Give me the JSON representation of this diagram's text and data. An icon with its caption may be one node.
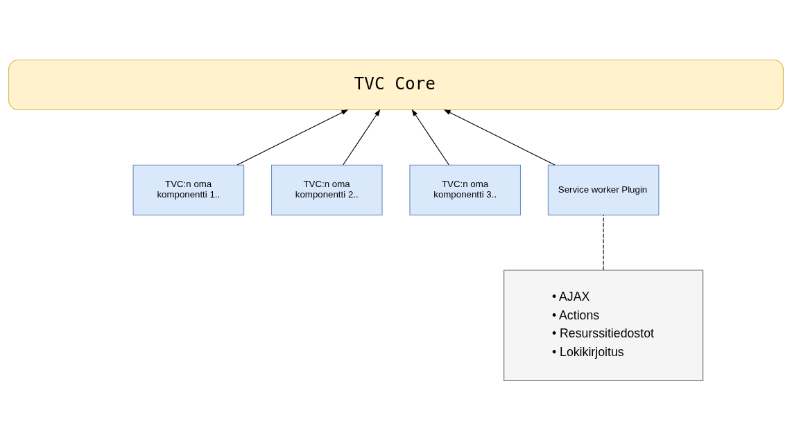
{
  "diagram": {
    "nodes": [
      {
        "text": [
          "TVC Core"
        ]
      },
      {
        "text": [
          "TVC:n oma komponentti 1.."
        ]
      },
      {
        "text": [
          "TVC:n oma komponentti 2.."
        ]
      },
      {
        "text": [
          "TVC:n oma komponentti 3.."
        ]
      },
      {
        "text": [
          "Service worker Plugin"
        ]
      },
      {
        "text": [
          "• AJAX",
          "• Actions",
          "• Resurssitiedostot",
          "• Lokikirjoitus"
        ]
      }
    ],
    "edges": [
      {
        "from": 1,
        "to": 0,
        "arrow": "to"
      },
      {
        "from": 2,
        "to": 0,
        "arrow": "to"
      },
      {
        "from": 3,
        "to": 0,
        "arrow": "to"
      },
      {
        "from": 4,
        "to": 0,
        "arrow": "to"
      },
      {
        "from": 4,
        "to": 5,
        "arrow": "none",
        "style": "dashed"
      }
    ]
  }
}
